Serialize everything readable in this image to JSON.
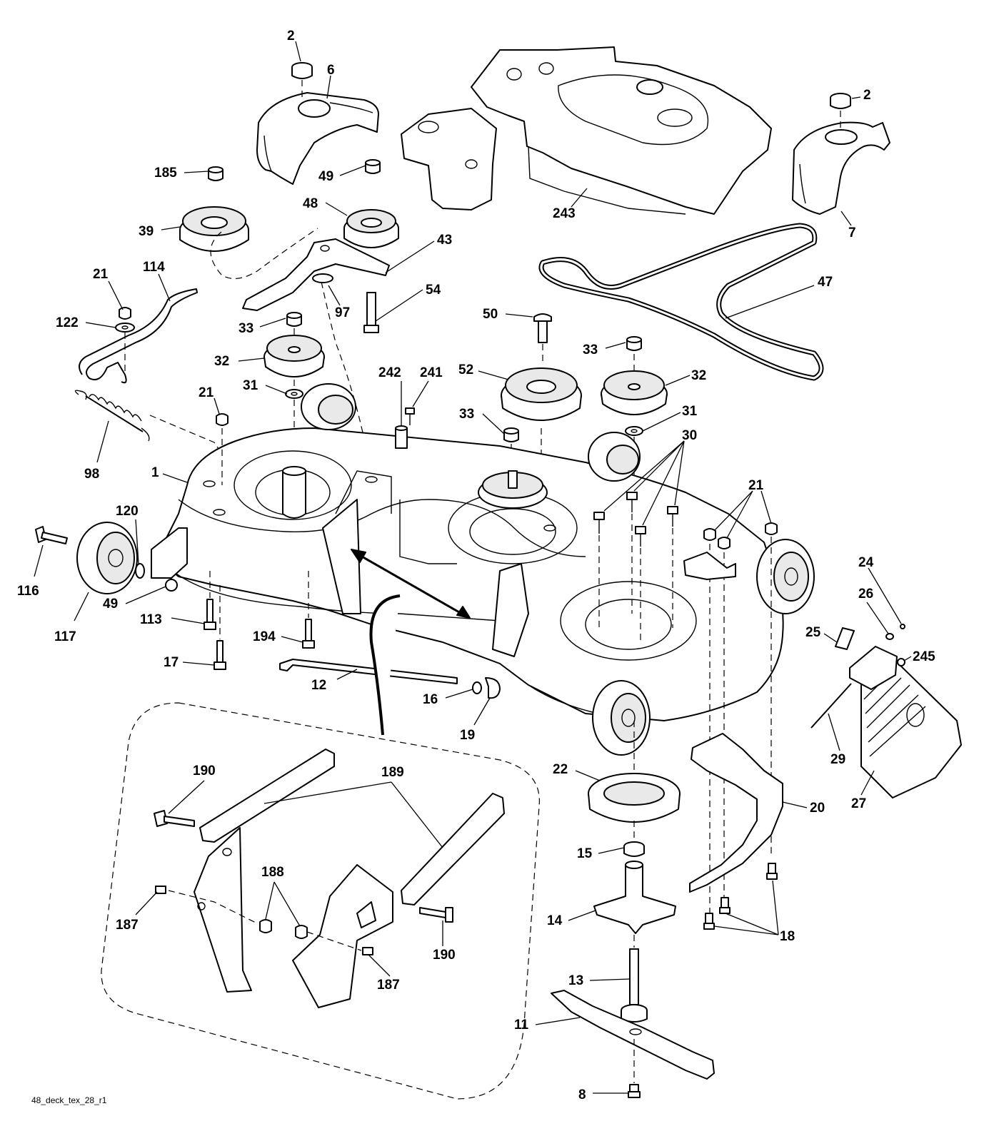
{
  "diagram_id": "48_deck_tex_28_r1",
  "part_labels": [
    {
      "id": "p2a",
      "text": "2"
    },
    {
      "id": "p6",
      "text": "6"
    },
    {
      "id": "p2b",
      "text": "2"
    },
    {
      "id": "p7",
      "text": "7"
    },
    {
      "id": "p243",
      "text": "243"
    },
    {
      "id": "p185",
      "text": "185"
    },
    {
      "id": "p39",
      "text": "39"
    },
    {
      "id": "p49a",
      "text": "49"
    },
    {
      "id": "p48",
      "text": "48"
    },
    {
      "id": "p43",
      "text": "43"
    },
    {
      "id": "p54",
      "text": "54"
    },
    {
      "id": "p97",
      "text": "97"
    },
    {
      "id": "p21a",
      "text": "21"
    },
    {
      "id": "p114",
      "text": "114"
    },
    {
      "id": "p122",
      "text": "122"
    },
    {
      "id": "p33a",
      "text": "33"
    },
    {
      "id": "p32a",
      "text": "32"
    },
    {
      "id": "p31a",
      "text": "31"
    },
    {
      "id": "p21b",
      "text": "21"
    },
    {
      "id": "p98",
      "text": "98"
    },
    {
      "id": "p1",
      "text": "1"
    },
    {
      "id": "p50",
      "text": "50"
    },
    {
      "id": "p47",
      "text": "47"
    },
    {
      "id": "p52",
      "text": "52"
    },
    {
      "id": "p33b",
      "text": "33"
    },
    {
      "id": "p32b",
      "text": "32"
    },
    {
      "id": "p242",
      "text": "242"
    },
    {
      "id": "p241",
      "text": "241"
    },
    {
      "id": "p33c",
      "text": "33"
    },
    {
      "id": "p31b",
      "text": "31"
    },
    {
      "id": "p30",
      "text": "30"
    },
    {
      "id": "p21c",
      "text": "21"
    },
    {
      "id": "p120",
      "text": "120"
    },
    {
      "id": "p116",
      "text": "116"
    },
    {
      "id": "p49b",
      "text": "49"
    },
    {
      "id": "p117",
      "text": "117"
    },
    {
      "id": "p113",
      "text": "113"
    },
    {
      "id": "p194",
      "text": "194"
    },
    {
      "id": "p17",
      "text": "17"
    },
    {
      "id": "p12",
      "text": "12"
    },
    {
      "id": "p16",
      "text": "16"
    },
    {
      "id": "p19",
      "text": "19"
    },
    {
      "id": "p24",
      "text": "24"
    },
    {
      "id": "p26",
      "text": "26"
    },
    {
      "id": "p25",
      "text": "25"
    },
    {
      "id": "p245",
      "text": "245"
    },
    {
      "id": "p29",
      "text": "29"
    },
    {
      "id": "p27",
      "text": "27"
    },
    {
      "id": "p22",
      "text": "22"
    },
    {
      "id": "p20",
      "text": "20"
    },
    {
      "id": "p15",
      "text": "15"
    },
    {
      "id": "p14",
      "text": "14"
    },
    {
      "id": "p18",
      "text": "18"
    },
    {
      "id": "p13",
      "text": "13"
    },
    {
      "id": "p11",
      "text": "11"
    },
    {
      "id": "p8",
      "text": "8"
    },
    {
      "id": "p190a",
      "text": "190"
    },
    {
      "id": "p189",
      "text": "189"
    },
    {
      "id": "p188",
      "text": "188"
    },
    {
      "id": "p187a",
      "text": "187"
    },
    {
      "id": "p190b",
      "text": "190"
    },
    {
      "id": "p187b",
      "text": "187"
    }
  ]
}
